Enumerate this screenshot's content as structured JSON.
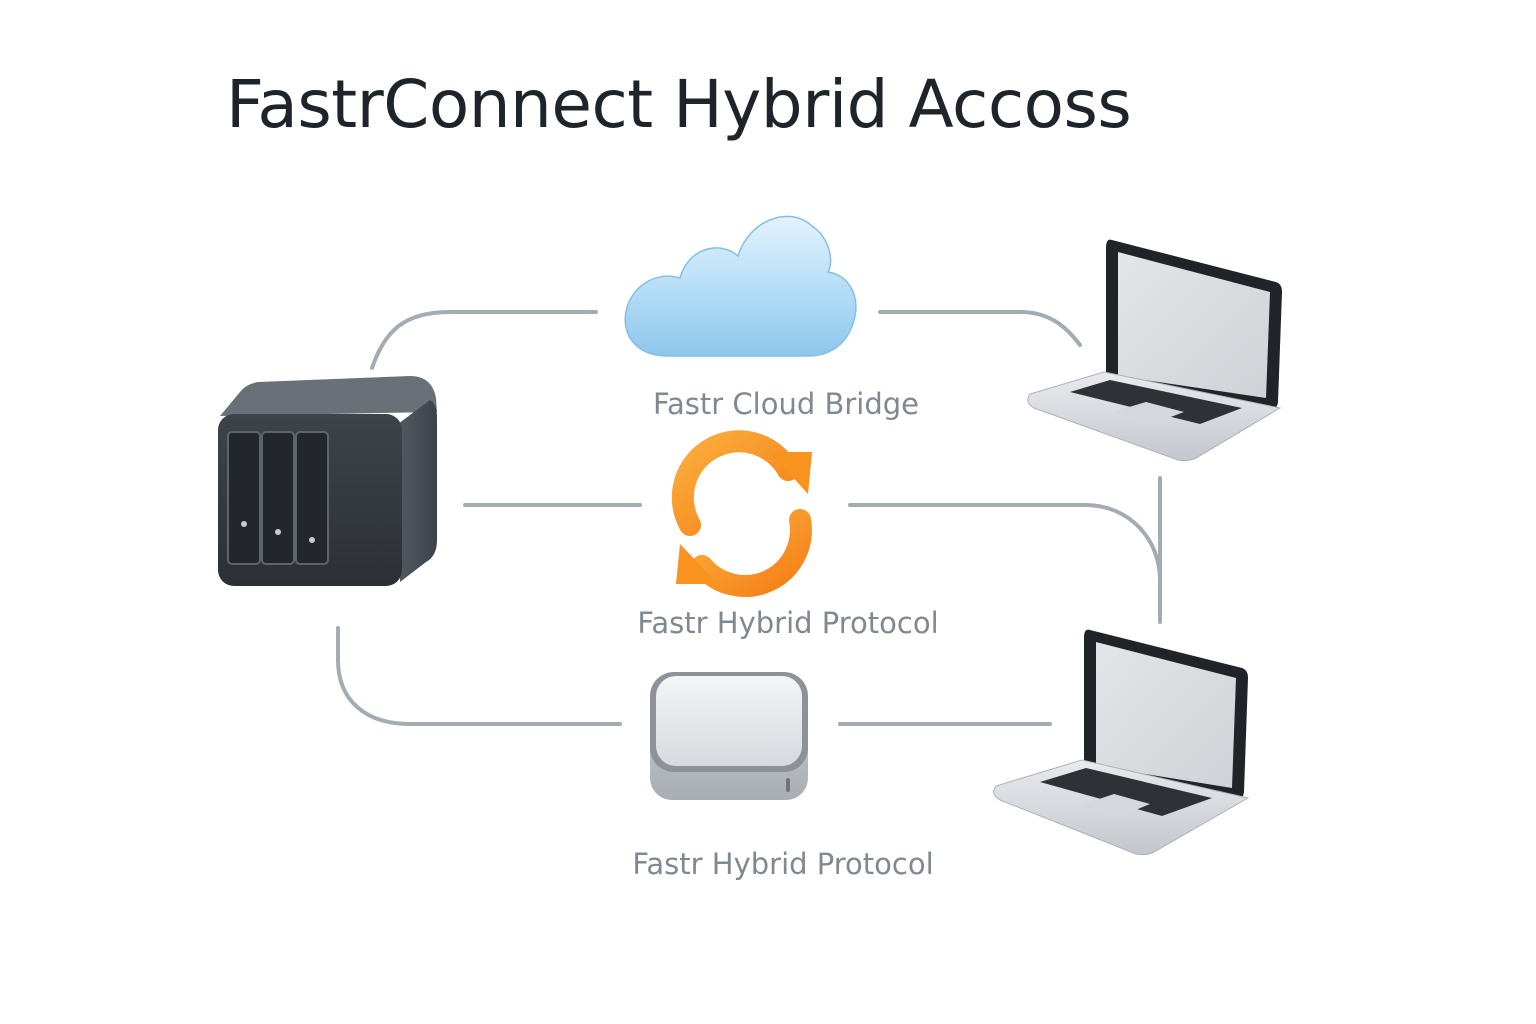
{
  "title": "FastrConnect Hybrid Accoss",
  "nodes": {
    "nas": {
      "icon": "nas-server-icon"
    },
    "cloud": {
      "icon": "cloud-icon",
      "label": "Fastr Cloud Bridge"
    },
    "sync": {
      "icon": "sync-arrows-icon",
      "label": "Fastr Hybrid Protocol"
    },
    "drive": {
      "icon": "external-drive-icon",
      "label": "Fastr Hybrid Protocol"
    },
    "laptop_top": {
      "icon": "laptop-icon"
    },
    "laptop_bottom": {
      "icon": "laptop-icon"
    }
  },
  "colors": {
    "title": "#1f242b",
    "label": "#808891",
    "connector": "#a3abb3",
    "sync_orange": "#f7931e",
    "cloud_blue": "#9fd2f2",
    "nas_dark": "#4a4f57"
  }
}
